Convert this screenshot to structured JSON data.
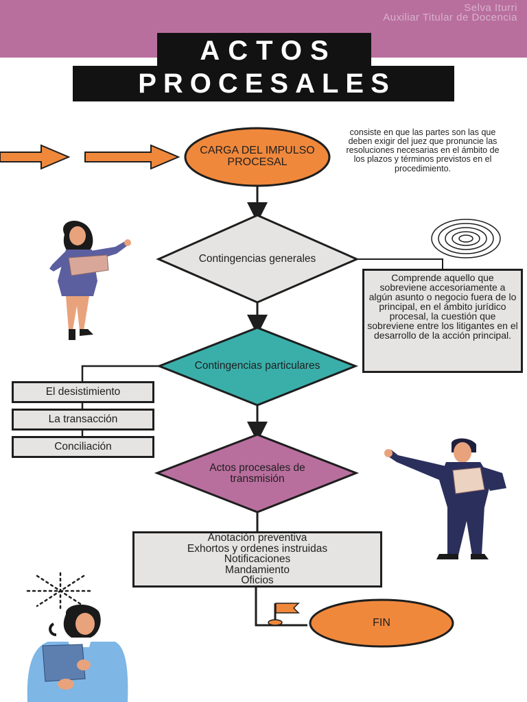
{
  "header": {
    "author_name": "Selva Iturri",
    "author_role": "Auxiliar Titular de Docencia",
    "title_line1": "ACTOS",
    "title_line2": "PROCESALES",
    "band_color": "#b96f9e"
  },
  "flow": {
    "start": {
      "label": "CARGA DEL IMPULSO PROCESAL",
      "color": "#f0883c"
    },
    "start_description": "consiste en que las partes son las que deben exigir del juez que pronuncie las resoluciones necesarias en el ámbito de los plazos y términos previstos en el procedimiento.",
    "general": {
      "label": "Contingencias generales",
      "color": "#e6e4e2"
    },
    "general_description": "Comprende aquello que sobreviene accesoriamente a algún asunto o negocio fuera de lo principal, en el ámbito jurídico procesal, la cuestión que sobreviene entre los litigantes en el desarrollo de la acción principal.",
    "particular": {
      "label": "Contingencias particulares",
      "color": "#3aafaa"
    },
    "particular_items": [
      "El desistimiento",
      "La transacción",
      "Conciliación"
    ],
    "transmission": {
      "label": "Actos procesales de transmisión",
      "color": "#b96f9e"
    },
    "transmission_items": [
      "Anotación preventiva",
      "Exhortos y ordenes instruidas",
      "Notificaciones",
      "Mandamiento",
      "Oficios"
    ],
    "end": {
      "label": "FIN",
      "color": "#f0883c"
    }
  },
  "icons": [
    "arrow-right-icon",
    "arrow-right-icon",
    "concentric-circles-icon",
    "flag-icon",
    "sparkle-icon",
    "woman-presenting-illustration",
    "man-pointing-illustration",
    "woman-thinking-illustration"
  ]
}
